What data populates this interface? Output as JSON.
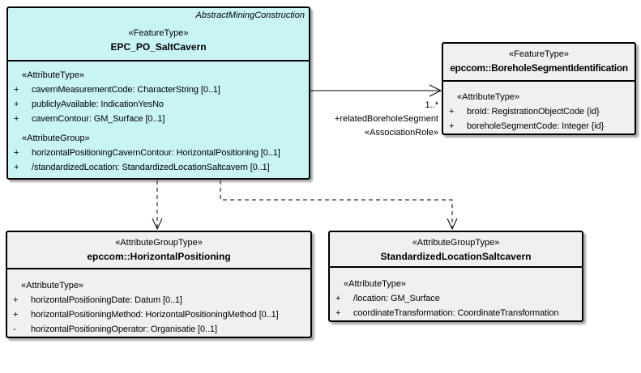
{
  "colors": {
    "feature_type_fill": "#C9F4F6",
    "attribute_group_fill": "#F0F0F0",
    "border": "#000000",
    "shadow": "#A9A9A9",
    "background": "#FFFFFF"
  },
  "classes": {
    "epc_po_saltcavern": {
      "package": "AbstractMiningConstruction",
      "stereotype": "«FeatureType»",
      "name": "EPC_PO_SaltCavern",
      "sections": [
        {
          "label": "«AttributeType»",
          "rows": [
            {
              "vis": "+",
              "text": "cavernMeasurementCode: CharacterString [0..1]"
            },
            {
              "vis": "+",
              "text": "publiclyAvailable: IndicationYesNo"
            },
            {
              "vis": "+",
              "text": "cavernContour: GM_Surface [0..1]"
            }
          ]
        },
        {
          "label": "«AttributeGroup»",
          "rows": [
            {
              "vis": "+",
              "text": "horizontalPositioningCavernContour: HorizontalPositioning [0..1]"
            },
            {
              "vis": "+",
              "text": "/standardizedLocation: StandardizedLocationSaltcavern [0..1]"
            }
          ]
        }
      ]
    },
    "borehole_segment_identification": {
      "stereotype": "«FeatureType»",
      "name": "epccom::BoreholeSegmentIdentification",
      "sections": [
        {
          "label": "«AttributeType»",
          "rows": [
            {
              "vis": "+",
              "text": "broId: RegistrationObjectCode {id}"
            },
            {
              "vis": "+",
              "text": "boreholeSegmentCode: Integer {id}"
            }
          ]
        }
      ]
    },
    "horizontal_positioning": {
      "stereotype": "«AttributeGroupType»",
      "name": "epccom::HorizontalPositioning",
      "sections": [
        {
          "label": "«AttributeType»",
          "rows": [
            {
              "vis": "+",
              "text": "horizontalPositioningDate: Datum [0..1]"
            },
            {
              "vis": "+",
              "text": "horizontalPositioningMethod: HorizontalPositioningMethod [0..1]"
            },
            {
              "vis": "-",
              "text": "horizontalPositioningOperator: Organisatie [0..1]"
            }
          ]
        }
      ]
    },
    "standardized_location_saltcavern": {
      "stereotype": "«AttributeGroupType»",
      "name": "StandardizedLocationSaltcavern",
      "sections": [
        {
          "label": "«AttributeType»",
          "rows": [
            {
              "vis": "+",
              "text": "/location: GM_Surface"
            },
            {
              "vis": "+",
              "text": "coordinateTransformation: CoordinateTransformation"
            }
          ]
        }
      ]
    }
  },
  "association": {
    "multiplicity": "1..*",
    "role": "+relatedBoreholeSegment",
    "stereotype": "«AssociationRole»"
  }
}
